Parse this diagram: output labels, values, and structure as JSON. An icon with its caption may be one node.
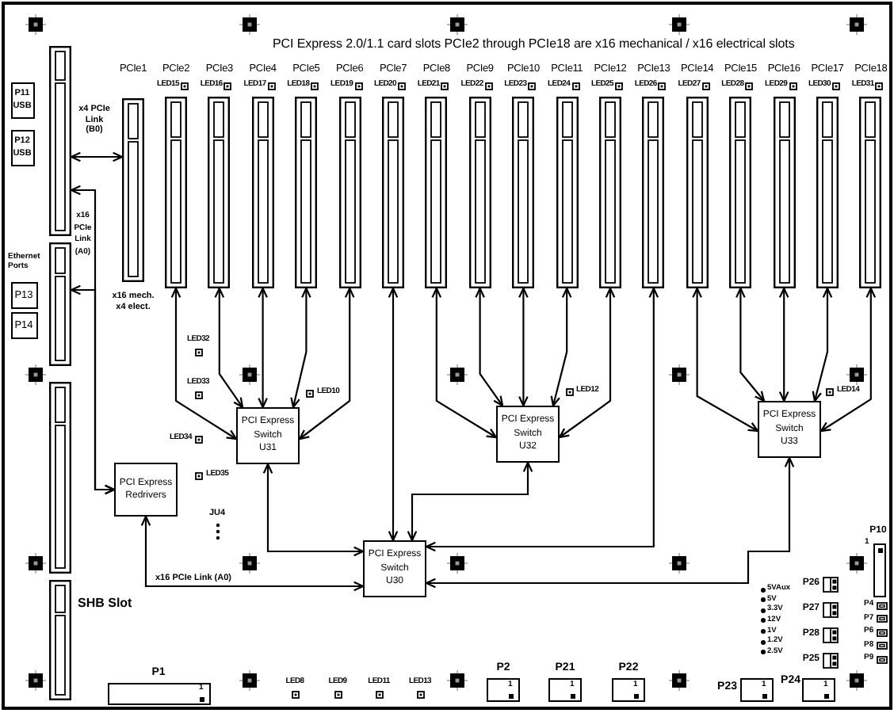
{
  "diagram": {
    "title": "PCI Express 2.0/1.1 card slots PCIe2 through PCIe18 are x16 mechanical / x16 electrical slots",
    "nodes": [
      {
        "text": [
          "P11 USB"
        ]
      },
      {
        "text": [
          "P12 USB"
        ]
      },
      {
        "text": [],
        "shape": "box"
      },
      {
        "text": [
          "PCIe1"
        ],
        "beside": [
          "x16 mech. x4 elect."
        ]
      },
      {
        "text": [
          "PCIe2"
        ]
      },
      {
        "text": [
          "PCIe3"
        ]
      },
      {
        "text": [
          "PCIe4"
        ]
      },
      {
        "text": [
          "PCIe5"
        ]
      },
      {
        "text": [
          "PCIe6"
        ]
      },
      {
        "text": [
          "PCIe7"
        ]
      },
      {
        "text": [
          "PCIe8"
        ]
      },
      {
        "text": [
          "PCIe9"
        ]
      },
      {
        "text": [
          "PCIe10"
        ]
      },
      {
        "text": [
          "PCIe11"
        ]
      },
      {
        "text": [
          "PCIe12"
        ]
      },
      {
        "text": [
          "PCIe13"
        ]
      },
      {
        "text": [
          "PCIe14"
        ]
      },
      {
        "text": [
          "PCIe15"
        ]
      },
      {
        "text": [
          "PCIe16"
        ]
      },
      {
        "text": [
          "PCIe17"
        ]
      },
      {
        "text": [
          "PCIe18"
        ]
      },
      {
        "text": [],
        "shape": "box"
      },
      {
        "text": [
          "P13"
        ]
      },
      {
        "text": [
          "P14"
        ]
      },
      {
        "text": [
          "PCI Express Switch",
          "U31"
        ]
      },
      {
        "text": [
          "PCI Express Switch",
          "U32"
        ]
      },
      {
        "text": [
          "PCI Express Switch",
          "U33"
        ]
      },
      {
        "text": [],
        "shape": "box"
      },
      {
        "text": [
          "PCI Express Redrivers"
        ]
      },
      {
        "text": [
          "PCI Express Switch",
          "U30"
        ]
      },
      {
        "text": [],
        "shape": "box"
      },
      {
        "text": [
          "P10"
        ],
        "beside": [
          "1"
        ]
      },
      {
        "text": [
          "P1",
          "1"
        ]
      },
      {
        "text": [
          "P2",
          "1"
        ]
      },
      {
        "text": [
          "P21",
          "1"
        ]
      },
      {
        "text": [
          "P22",
          "1"
        ]
      },
      {
        "text": [
          "P23",
          "1"
        ]
      },
      {
        "text": [
          "P24",
          "1"
        ]
      }
    ],
    "edges": [
      {
        "from": 2,
        "to": 3,
        "arrow": "both",
        "label": "x4 PCIe Link (B0)"
      },
      {
        "from": 28,
        "to": 2,
        "arrow": "both",
        "label": "x16 PCIe Link (A0)"
      },
      {
        "from": 28,
        "to": 21,
        "arrow": "both"
      },
      {
        "from": 4,
        "to": 24,
        "arrow": "both"
      },
      {
        "from": 5,
        "to": 24,
        "arrow": "both"
      },
      {
        "from": 6,
        "to": 24,
        "arrow": "both"
      },
      {
        "from": 7,
        "to": 24,
        "arrow": "both"
      },
      {
        "from": 8,
        "to": 24,
        "arrow": "both"
      },
      {
        "from": 9,
        "to": 29,
        "arrow": "both"
      },
      {
        "from": 10,
        "to": 25,
        "arrow": "both"
      },
      {
        "from": 11,
        "to": 25,
        "arrow": "both"
      },
      {
        "from": 12,
        "to": 25,
        "arrow": "both"
      },
      {
        "from": 13,
        "to": 25,
        "arrow": "both"
      },
      {
        "from": 14,
        "to": 25,
        "arrow": "both"
      },
      {
        "from": 15,
        "to": 29,
        "arrow": "both"
      },
      {
        "from": 16,
        "to": 26,
        "arrow": "both"
      },
      {
        "from": 17,
        "to": 26,
        "arrow": "both"
      },
      {
        "from": 18,
        "to": 26,
        "arrow": "both"
      },
      {
        "from": 19,
        "to": 26,
        "arrow": "both"
      },
      {
        "from": 20,
        "to": 26,
        "arrow": "both"
      },
      {
        "from": 24,
        "to": 29,
        "arrow": "both"
      },
      {
        "from": 25,
        "to": 29,
        "arrow": "both"
      },
      {
        "from": 26,
        "to": 29,
        "arrow": "both"
      },
      {
        "from": 28,
        "to": 29,
        "arrow": "both",
        "label": "x16 PCIe Link (A0)"
      }
    ],
    "labels": [
      "LED15",
      "LED16",
      "LED17",
      "LED18",
      "LED19",
      "LED20",
      "LED21",
      "LED22",
      "LED23",
      "LED24",
      "LED25",
      "LED26",
      "LED27",
      "LED28",
      "LED29",
      "LED30",
      "LED31",
      "Ethernet Ports",
      "LED32",
      "LED33",
      "LED10",
      "LED12",
      "LED14",
      "LED34",
      "LED35",
      "JU4",
      "P26",
      "5VAux",
      "5V",
      "3.3V",
      "12V",
      "1V",
      "1.2V",
      "2.5V",
      "P27",
      "P28",
      "P25",
      "P4",
      "P7",
      "P6",
      "P8",
      "P9",
      "SHB Slot",
      "LED8",
      "LED9",
      "LED11",
      "LED13"
    ]
  }
}
